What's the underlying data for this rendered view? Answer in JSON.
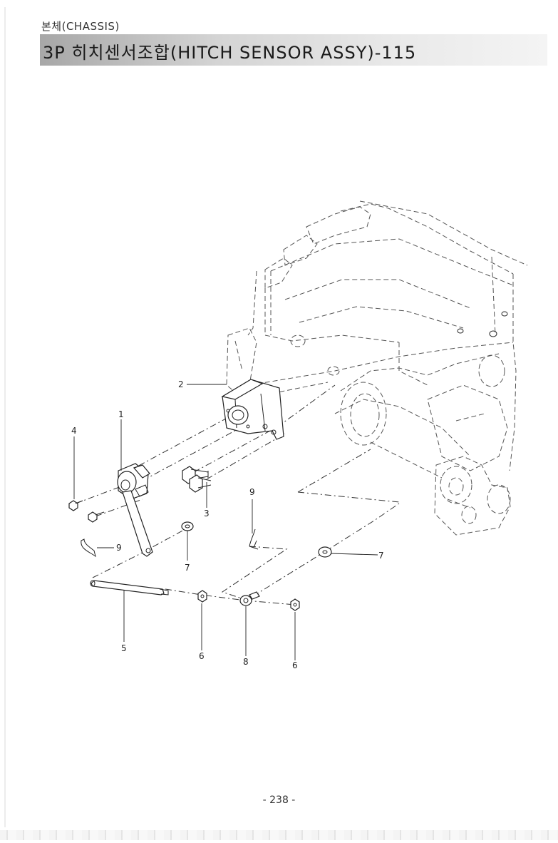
{
  "header": {
    "section": "본체(CHASSIS)",
    "title": "3P 히치센서조합(HITCH SENSOR ASSY)-115"
  },
  "callouts": {
    "c1": "1",
    "c2": "2",
    "c3": "3",
    "c4": "4",
    "c5": "5",
    "c6a": "6",
    "c6b": "6",
    "c7a": "7",
    "c7b": "7",
    "c8": "8",
    "c9a": "9",
    "c9b": "9"
  },
  "footer": {
    "page_number": "- 238 -"
  }
}
